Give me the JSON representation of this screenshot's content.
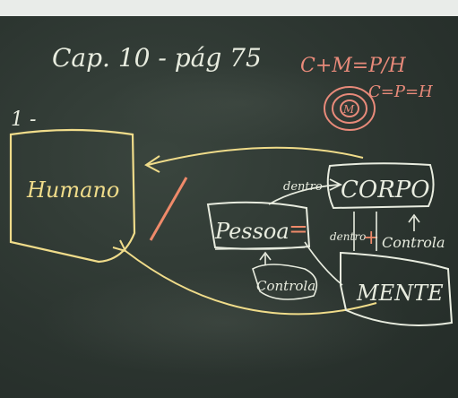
{
  "board": {
    "heading": "Cap. 10 - pág 75",
    "formula_top": "C+M=P/H",
    "formula_bottom": "M",
    "formula_bottom_right": "C=P=H",
    "number_label": "1 -",
    "humano": "Humano",
    "corpo": "CORPO",
    "pessoa": "Pessoa",
    "mente": "MENTE",
    "dentro_top": "dentro",
    "dentro_mid": "dentro",
    "controla_right": "Controla",
    "controla_left": "Controla",
    "equals_sign": "=",
    "plus_sign": "+"
  },
  "colors": {
    "board": "#2c3530",
    "chalk_white": "#e8ecdf",
    "chalk_yellow": "#f0dc8a",
    "chalk_pink": "#e88a7a",
    "chalk_orange": "#ef8a6a"
  }
}
